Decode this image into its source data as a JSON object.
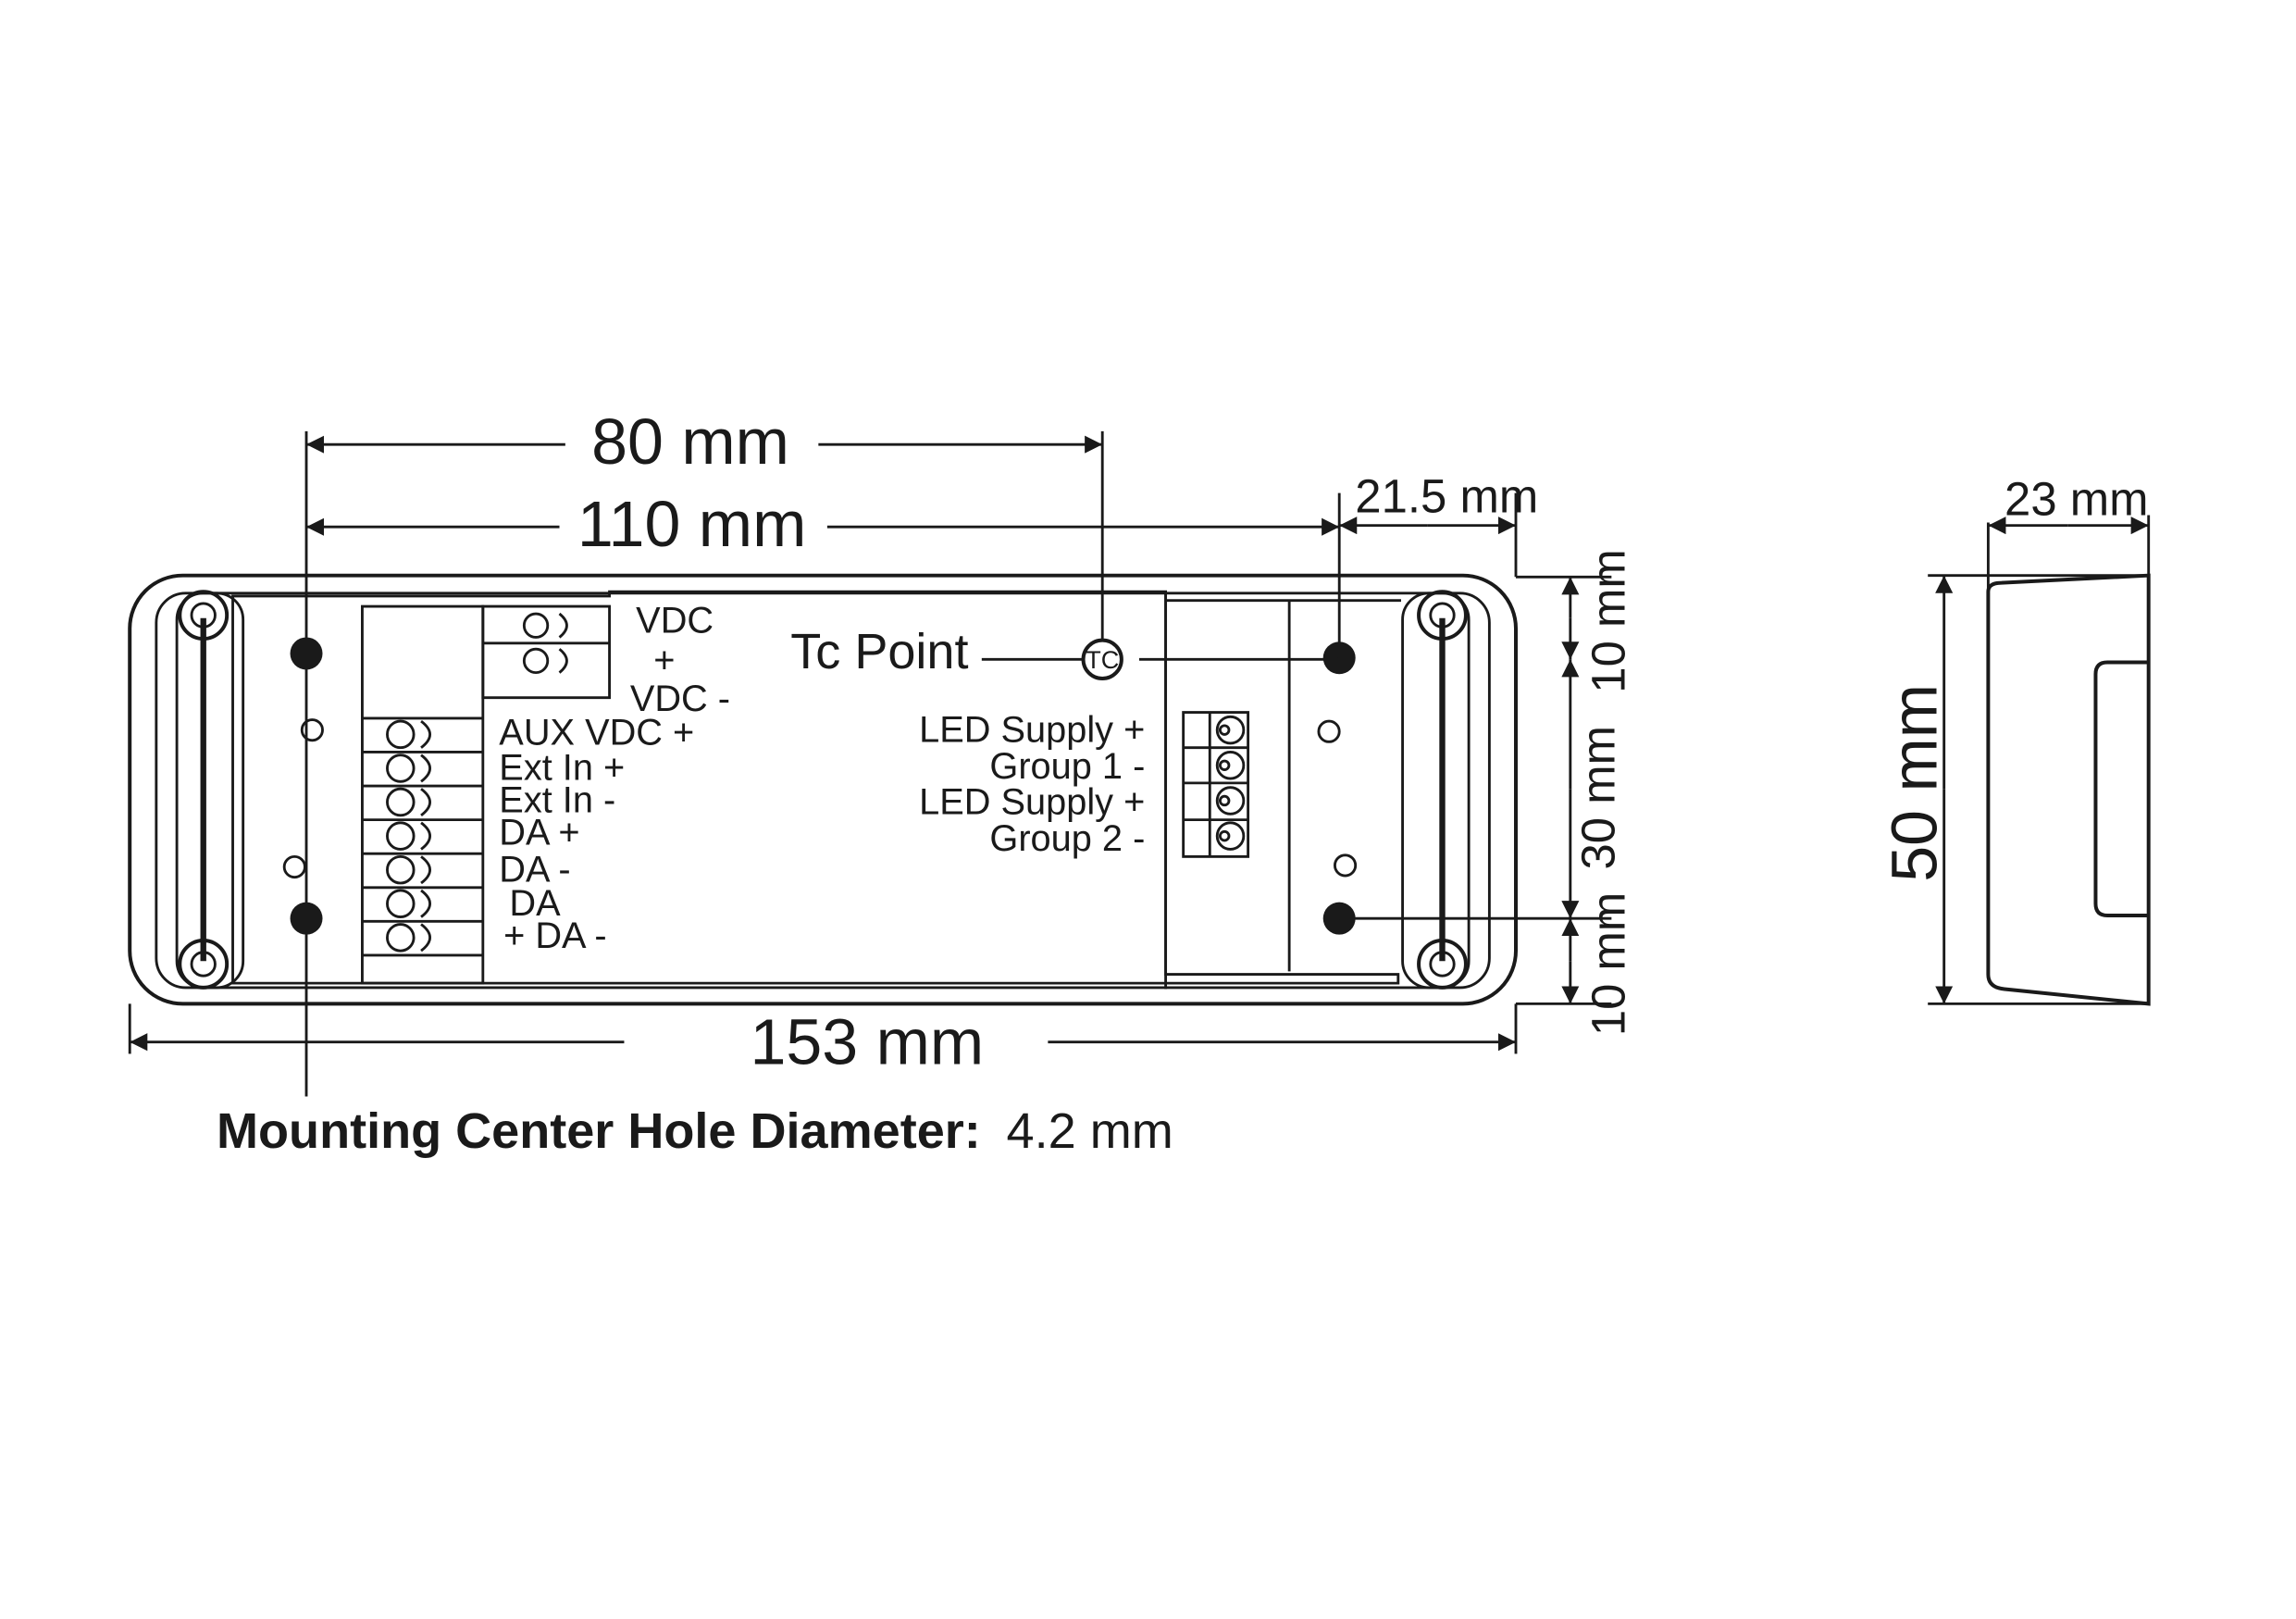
{
  "dimensions": {
    "d80": "80 mm",
    "d110": "110 mm",
    "d21_5": "21.5 mm",
    "d153": "153 mm",
    "d10_top": "10 mm",
    "d30": "30 mm",
    "d10_bottom": "10 mm",
    "d23": "23 mm",
    "d50": "50 mm"
  },
  "tc": {
    "label": "Tc Point",
    "symbol": "TC"
  },
  "top_terminal": {
    "labels": [
      "VDC",
      "+",
      "VDC -"
    ]
  },
  "left_terminal": {
    "labels": [
      "AUX VDC +",
      "Ext In +",
      "Ext In -",
      "DA +",
      "DA -",
      "DA",
      "+ DA -"
    ]
  },
  "right_terminal": {
    "labels": [
      "LED Supply +",
      "Group 1 -",
      "LED Supply +",
      "Group 2 -"
    ]
  },
  "note": {
    "bold": "Mounting Center Hole Diameter:",
    "value": "4.2 mm"
  }
}
